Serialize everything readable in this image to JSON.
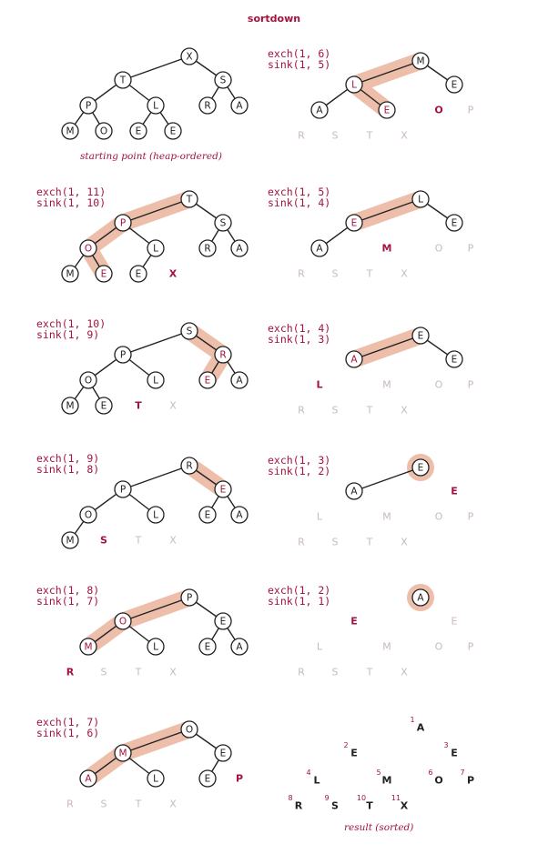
{
  "title": "sortdown",
  "panels": [
    {
      "id": "p0",
      "op1": "",
      "op2": "",
      "caption": "starting point (heap-ordered)",
      "nodes": [
        {
          "k": "1",
          "label": "X"
        },
        {
          "k": "2",
          "label": "T"
        },
        {
          "k": "3",
          "label": "S"
        },
        {
          "k": "4",
          "label": "P"
        },
        {
          "k": "5",
          "label": "L"
        },
        {
          "k": "6",
          "label": "R"
        },
        {
          "k": "7",
          "label": "A"
        },
        {
          "k": "8",
          "label": "M"
        },
        {
          "k": "9",
          "label": "O"
        },
        {
          "k": "10",
          "label": "E"
        },
        {
          "k": "11",
          "label": "E"
        }
      ],
      "path": [],
      "removed": []
    },
    {
      "id": "p1",
      "op1": "exch(1, 11)",
      "op2": "sink(1, 10)",
      "caption": "",
      "nodes": [
        {
          "k": "1",
          "label": "T"
        },
        {
          "k": "2",
          "label": "P"
        },
        {
          "k": "3",
          "label": "S"
        },
        {
          "k": "4",
          "label": "O"
        },
        {
          "k": "5",
          "label": "L"
        },
        {
          "k": "6",
          "label": "R"
        },
        {
          "k": "7",
          "label": "A"
        },
        {
          "k": "8",
          "label": "M"
        },
        {
          "k": "9",
          "label": "E"
        },
        {
          "k": "10",
          "label": "E"
        }
      ],
      "path": [
        "1",
        "2",
        "4",
        "9"
      ],
      "removed": [
        {
          "k": "11",
          "label": "X",
          "state": "recent"
        }
      ]
    },
    {
      "id": "p2",
      "op1": "exch(1, 10)",
      "op2": "sink(1, 9)",
      "caption": "",
      "nodes": [
        {
          "k": "1",
          "label": "S"
        },
        {
          "k": "2",
          "label": "P"
        },
        {
          "k": "3",
          "label": "R"
        },
        {
          "k": "4",
          "label": "O"
        },
        {
          "k": "5",
          "label": "L"
        },
        {
          "k": "6",
          "label": "E"
        },
        {
          "k": "7",
          "label": "A"
        },
        {
          "k": "8",
          "label": "M"
        },
        {
          "k": "9",
          "label": "E"
        }
      ],
      "path": [
        "1",
        "3",
        "6"
      ],
      "removed": [
        {
          "k": "10",
          "label": "T",
          "state": "recent"
        },
        {
          "k": "11",
          "label": "X",
          "state": "faded"
        }
      ]
    },
    {
      "id": "p3",
      "op1": "exch(1, 9)",
      "op2": "sink(1, 8)",
      "caption": "",
      "nodes": [
        {
          "k": "1",
          "label": "R"
        },
        {
          "k": "2",
          "label": "P"
        },
        {
          "k": "3",
          "label": "E"
        },
        {
          "k": "4",
          "label": "O"
        },
        {
          "k": "5",
          "label": "L"
        },
        {
          "k": "6",
          "label": "E"
        },
        {
          "k": "7",
          "label": "A"
        },
        {
          "k": "8",
          "label": "M"
        }
      ],
      "path": [
        "1",
        "3"
      ],
      "removed": [
        {
          "k": "9",
          "label": "S",
          "state": "recent"
        },
        {
          "k": "10",
          "label": "T",
          "state": "faded"
        },
        {
          "k": "11",
          "label": "X",
          "state": "faded"
        }
      ]
    },
    {
      "id": "p4",
      "op1": "exch(1, 8)",
      "op2": "sink(1, 7)",
      "caption": "",
      "nodes": [
        {
          "k": "1",
          "label": "P"
        },
        {
          "k": "2",
          "label": "O"
        },
        {
          "k": "3",
          "label": "E"
        },
        {
          "k": "4",
          "label": "M"
        },
        {
          "k": "5",
          "label": "L"
        },
        {
          "k": "6",
          "label": "E"
        },
        {
          "k": "7",
          "label": "A"
        }
      ],
      "path": [
        "1",
        "2",
        "4"
      ],
      "removed": [
        {
          "k": "8",
          "label": "R",
          "state": "recent"
        },
        {
          "k": "9",
          "label": "S",
          "state": "faded"
        },
        {
          "k": "10",
          "label": "T",
          "state": "faded"
        },
        {
          "k": "11",
          "label": "X",
          "state": "faded"
        }
      ]
    },
    {
      "id": "p5",
      "op1": "exch(1, 7)",
      "op2": "sink(1, 6)",
      "caption": "",
      "nodes": [
        {
          "k": "1",
          "label": "O"
        },
        {
          "k": "2",
          "label": "M"
        },
        {
          "k": "3",
          "label": "E"
        },
        {
          "k": "4",
          "label": "A"
        },
        {
          "k": "5",
          "label": "L"
        },
        {
          "k": "6",
          "label": "E"
        }
      ],
      "path": [
        "1",
        "2",
        "4"
      ],
      "removed": [
        {
          "k": "7",
          "label": "P",
          "state": "recent"
        },
        {
          "k": "8",
          "label": "R",
          "state": "faded"
        },
        {
          "k": "9",
          "label": "S",
          "state": "faded"
        },
        {
          "k": "10",
          "label": "T",
          "state": "faded"
        },
        {
          "k": "11",
          "label": "X",
          "state": "faded"
        }
      ]
    },
    {
      "id": "p6",
      "op1": "exch(1, 6)",
      "op2": "sink(1, 5)",
      "caption": "",
      "nodes": [
        {
          "k": "1",
          "label": "M"
        },
        {
          "k": "2",
          "label": "L"
        },
        {
          "k": "3",
          "label": "E"
        },
        {
          "k": "4",
          "label": "A"
        },
        {
          "k": "5",
          "label": "E"
        }
      ],
      "path": [
        "1",
        "2",
        "5"
      ],
      "removed": [
        {
          "k": "6",
          "label": "O",
          "state": "recent"
        },
        {
          "k": "7",
          "label": "P",
          "state": "faded"
        },
        {
          "k": "8",
          "label": "R",
          "state": "faded"
        },
        {
          "k": "9",
          "label": "S",
          "state": "faded"
        },
        {
          "k": "10",
          "label": "T",
          "state": "faded"
        },
        {
          "k": "11",
          "label": "X",
          "state": "faded"
        }
      ]
    },
    {
      "id": "p7",
      "op1": "exch(1, 5)",
      "op2": "sink(1, 4)",
      "caption": "",
      "nodes": [
        {
          "k": "1",
          "label": "L"
        },
        {
          "k": "2",
          "label": "E"
        },
        {
          "k": "3",
          "label": "E"
        },
        {
          "k": "4",
          "label": "A"
        }
      ],
      "path": [
        "1",
        "2"
      ],
      "removed": [
        {
          "k": "5",
          "label": "M",
          "state": "recent"
        },
        {
          "k": "6",
          "label": "O",
          "state": "faded"
        },
        {
          "k": "7",
          "label": "P",
          "state": "faded"
        },
        {
          "k": "8",
          "label": "R",
          "state": "faded"
        },
        {
          "k": "9",
          "label": "S",
          "state": "faded"
        },
        {
          "k": "10",
          "label": "T",
          "state": "faded"
        },
        {
          "k": "11",
          "label": "X",
          "state": "faded"
        }
      ]
    },
    {
      "id": "p8",
      "op1": "exch(1, 4)",
      "op2": "sink(1, 3)",
      "caption": "",
      "nodes": [
        {
          "k": "1",
          "label": "E"
        },
        {
          "k": "2",
          "label": "A"
        },
        {
          "k": "3",
          "label": "E"
        }
      ],
      "path": [
        "1",
        "2"
      ],
      "removed": [
        {
          "k": "4",
          "label": "L",
          "state": "recent"
        },
        {
          "k": "5",
          "label": "M",
          "state": "faded"
        },
        {
          "k": "6",
          "label": "O",
          "state": "faded"
        },
        {
          "k": "7",
          "label": "P",
          "state": "faded"
        },
        {
          "k": "8",
          "label": "R",
          "state": "faded"
        },
        {
          "k": "9",
          "label": "S",
          "state": "faded"
        },
        {
          "k": "10",
          "label": "T",
          "state": "faded"
        },
        {
          "k": "11",
          "label": "X",
          "state": "faded"
        }
      ]
    },
    {
      "id": "p9",
      "op1": "exch(1, 3)",
      "op2": "sink(1, 2)",
      "caption": "",
      "nodes": [
        {
          "k": "1",
          "label": "E"
        },
        {
          "k": "2",
          "label": "A"
        }
      ],
      "path": [
        "1"
      ],
      "removed": [
        {
          "k": "3",
          "label": "E",
          "state": "recent"
        },
        {
          "k": "4",
          "label": "L",
          "state": "faded"
        },
        {
          "k": "5",
          "label": "M",
          "state": "faded"
        },
        {
          "k": "6",
          "label": "O",
          "state": "faded"
        },
        {
          "k": "7",
          "label": "P",
          "state": "faded"
        },
        {
          "k": "8",
          "label": "R",
          "state": "faded"
        },
        {
          "k": "9",
          "label": "S",
          "state": "faded"
        },
        {
          "k": "10",
          "label": "T",
          "state": "faded"
        },
        {
          "k": "11",
          "label": "X",
          "state": "faded"
        }
      ]
    },
    {
      "id": "p10",
      "op1": "exch(1, 2)",
      "op2": "sink(1, 1)",
      "caption": "",
      "nodes": [
        {
          "k": "1",
          "label": "A"
        }
      ],
      "path": [
        "1"
      ],
      "removed": [
        {
          "k": "2",
          "label": "E",
          "state": "recent"
        },
        {
          "k": "3",
          "label": "E",
          "state": "faded"
        },
        {
          "k": "4",
          "label": "L",
          "state": "faded"
        },
        {
          "k": "5",
          "label": "M",
          "state": "faded"
        },
        {
          "k": "6",
          "label": "O",
          "state": "faded"
        },
        {
          "k": "7",
          "label": "P",
          "state": "faded"
        },
        {
          "k": "8",
          "label": "R",
          "state": "faded"
        },
        {
          "k": "9",
          "label": "S",
          "state": "faded"
        },
        {
          "k": "10",
          "label": "T",
          "state": "faded"
        },
        {
          "k": "11",
          "label": "X",
          "state": "faded"
        }
      ]
    },
    {
      "id": "p11",
      "op1": "",
      "op2": "",
      "caption": "result (sorted)",
      "nodes": [],
      "path": [],
      "removed": [
        {
          "k": "1",
          "label": "A",
          "state": "black"
        },
        {
          "k": "2",
          "label": "E",
          "state": "black"
        },
        {
          "k": "3",
          "label": "E",
          "state": "black"
        },
        {
          "k": "4",
          "label": "L",
          "state": "black"
        },
        {
          "k": "5",
          "label": "M",
          "state": "black"
        },
        {
          "k": "6",
          "label": "O",
          "state": "black"
        },
        {
          "k": "7",
          "label": "P",
          "state": "black"
        },
        {
          "k": "8",
          "label": "R",
          "state": "black"
        },
        {
          "k": "9",
          "label": "S",
          "state": "black"
        },
        {
          "k": "10",
          "label": "T",
          "state": "black"
        },
        {
          "k": "11",
          "label": "X",
          "state": "black"
        }
      ]
    }
  ]
}
